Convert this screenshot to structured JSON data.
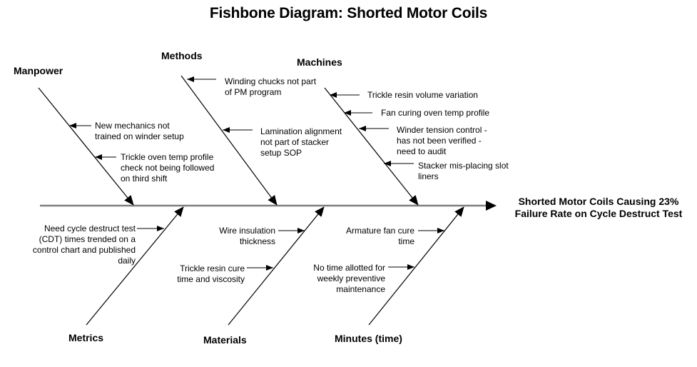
{
  "title": "Fishbone Diagram:  Shorted Motor Coils",
  "effect": {
    "lines": [
      "Shorted Motor Coils Causing 23%",
      "Failure Rate on Cycle Destruct Test"
    ]
  },
  "categories": {
    "manpower": {
      "label": "Manpower",
      "causes": [
        {
          "lines": [
            "New mechanics not",
            "trained on winder setup"
          ]
        },
        {
          "lines": [
            "Trickle oven temp profile",
            "check not being followed",
            "on third shift"
          ]
        }
      ]
    },
    "methods": {
      "label": "Methods",
      "causes": [
        {
          "lines": [
            "Winding chucks not part",
            "of PM program"
          ]
        },
        {
          "lines": [
            "Lamination alignment",
            "not part of stacker",
            "setup SOP"
          ]
        }
      ]
    },
    "machines": {
      "label": "Machines",
      "causes": [
        {
          "lines": [
            "Trickle resin volume variation"
          ]
        },
        {
          "lines": [
            "Fan curing oven temp profile"
          ]
        },
        {
          "lines": [
            "Winder tension control -",
            "has not been verified -",
            "need to audit"
          ]
        },
        {
          "lines": [
            "Stacker mis-placing slot",
            "liners"
          ]
        }
      ]
    },
    "metrics": {
      "label": "Metrics",
      "causes": [
        {
          "lines": [
            "Need cycle destruct test",
            "(CDT) times trended on a",
            "control chart and published",
            "daily"
          ]
        }
      ]
    },
    "materials": {
      "label": "Materials",
      "causes": [
        {
          "lines": [
            "Wire insulation",
            "thickness"
          ]
        },
        {
          "lines": [
            "Trickle resin cure",
            "time and viscosity"
          ]
        }
      ]
    },
    "minutes": {
      "label": "Minutes (time)",
      "causes": [
        {
          "lines": [
            "Armature fan cure",
            "time"
          ]
        },
        {
          "lines": [
            "No time allotted for",
            "weekly preventive",
            "maintenance"
          ]
        }
      ]
    }
  },
  "colors": {
    "spine": "#7f7f7f",
    "bone": "#000000",
    "machine_arrow": "#5a5a5a"
  }
}
